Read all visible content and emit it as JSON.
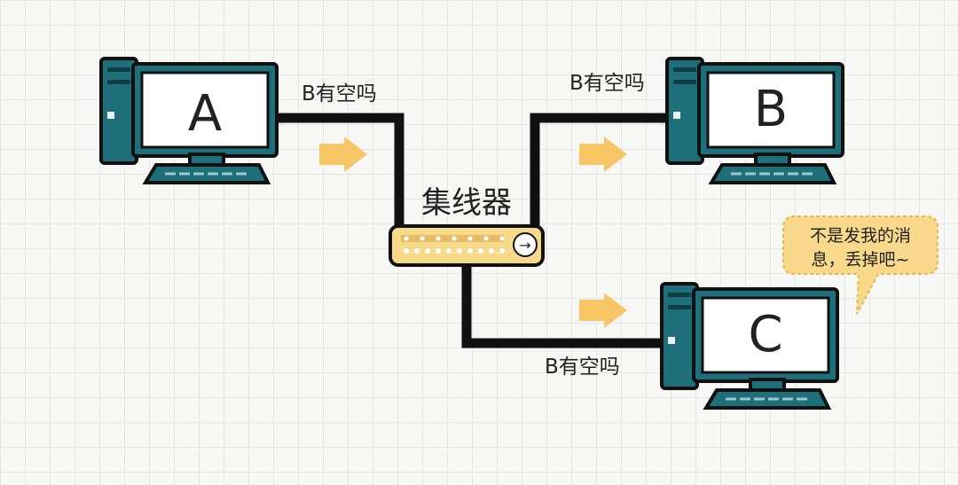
{
  "computers": [
    {
      "letter": "A"
    },
    {
      "letter": "B"
    },
    {
      "letter": "C"
    }
  ],
  "hub": {
    "label": "集线器",
    "port_arrow": "→"
  },
  "messages": [
    "B有空吗",
    "B有空吗",
    "B有空吗"
  ],
  "speech_bubble": {
    "line1": "不是发我的消",
    "line2": "息，丢掉吧~"
  },
  "colors": {
    "computer_teal": "#1f6f7a",
    "hub_yellow": "#f7d98a",
    "arrow_yellow": "#f7c766",
    "bubble_yellow": "#f8d98b",
    "wire": "#111111"
  }
}
